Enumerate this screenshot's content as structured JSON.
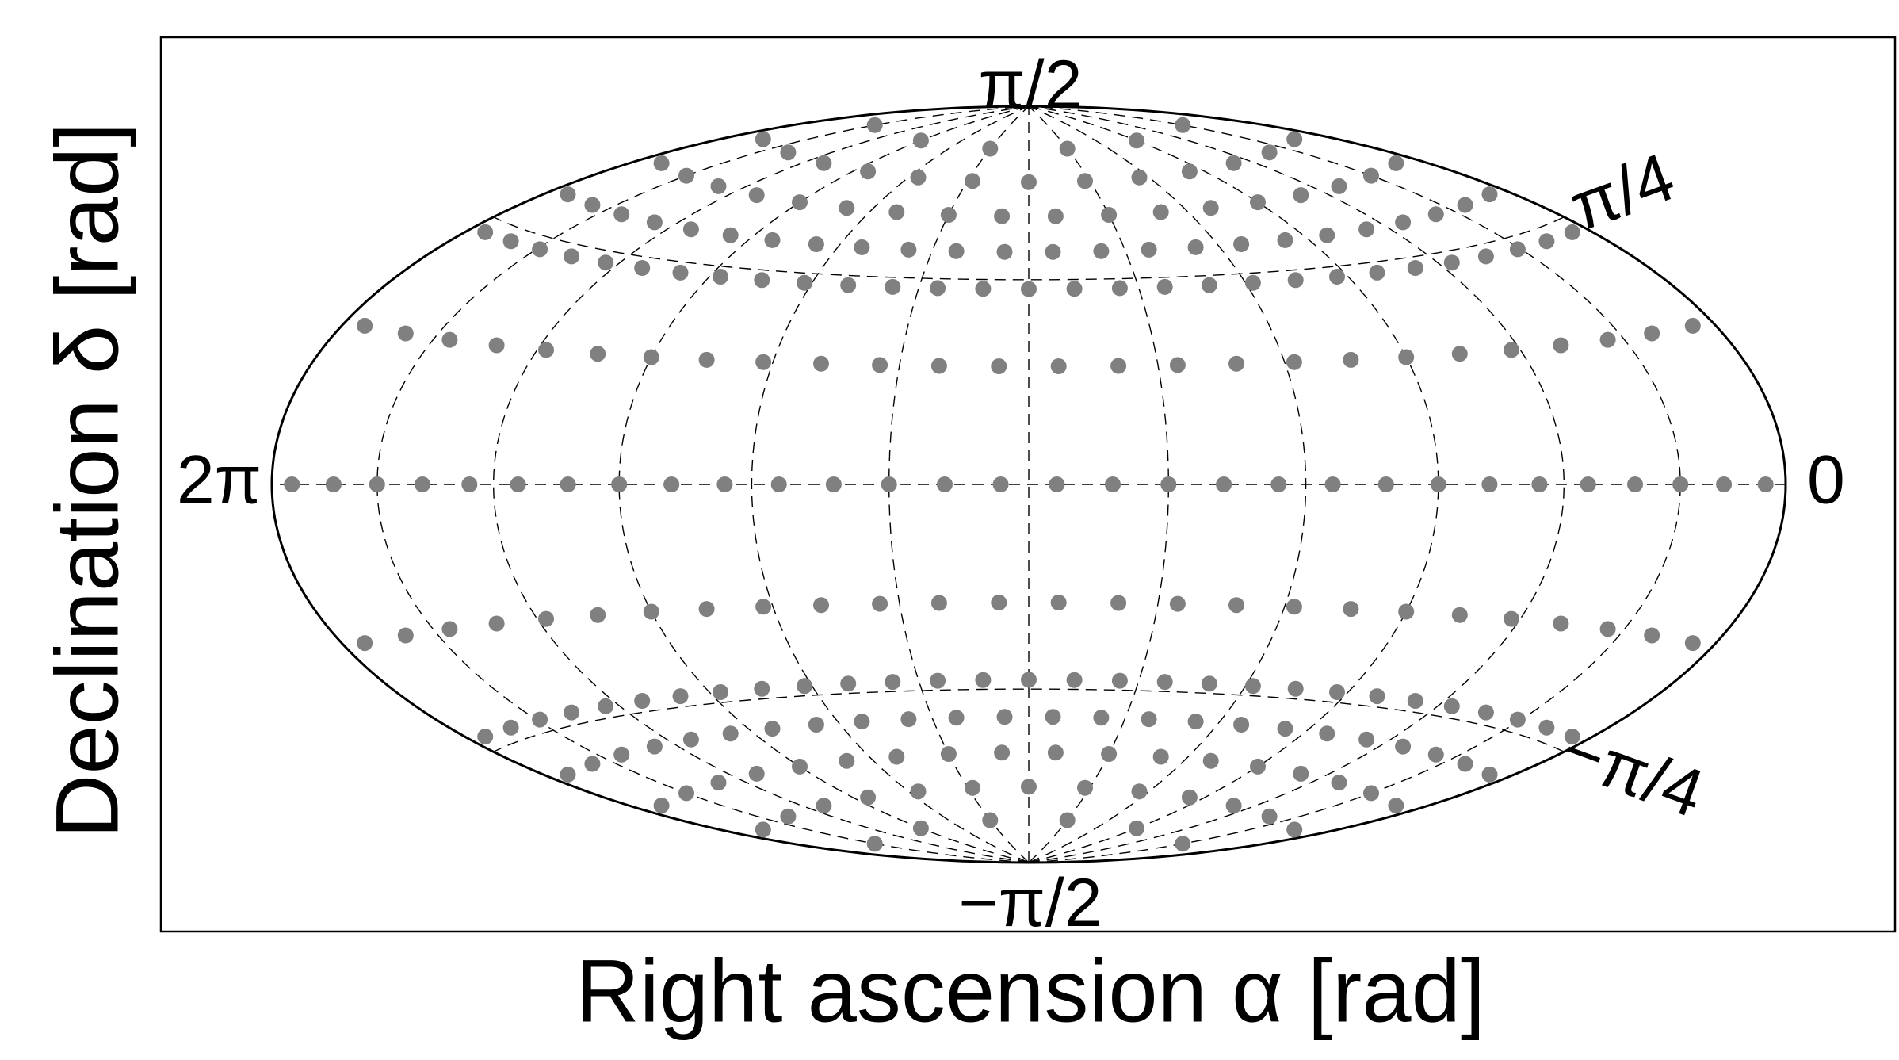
{
  "chart_data": {
    "type": "scatter",
    "projection": "Hammer-Aitoff (full sky)",
    "xlabel": "Right ascension α [rad]",
    "ylabel": "Declination δ [rad]",
    "labels": {
      "ra_left": "2π",
      "ra_right": "0",
      "dec_top": "π/2",
      "dec_bottom": "−π/2",
      "dec_upper": "π/4",
      "dec_lower": "−π/4"
    },
    "grid": true,
    "graticule": {
      "parallels": [
        -0.7854,
        0,
        0.7854
      ],
      "meridians": [
        0.5236,
        1.0472,
        1.5708,
        2.0944,
        2.618,
        3.1416,
        3.6652,
        4.1888,
        4.7124,
        5.236,
        5.7596
      ]
    },
    "point_color": "#808080",
    "series": [
      {
        "rings": [
          {
            "dec": 1.3526,
            "count": 6
          },
          {
            "dec": 1.2013,
            "count": 13
          },
          {
            "dec": 1.05,
            "count": 18
          },
          {
            "dec": 0.8989,
            "count": 24
          },
          {
            "dec": 0.7477,
            "count": 29
          },
          {
            "dec": 0.4453,
            "count": 26
          },
          {
            "dec": 0.0,
            "count": 30
          },
          {
            "dec": -0.4453,
            "count": 26
          },
          {
            "dec": -0.7477,
            "count": 29
          },
          {
            "dec": -0.8989,
            "count": 24
          },
          {
            "dec": -1.05,
            "count": 18
          },
          {
            "dec": -1.2013,
            "count": 13
          },
          {
            "dec": -1.3526,
            "count": 6
          }
        ]
      }
    ]
  }
}
